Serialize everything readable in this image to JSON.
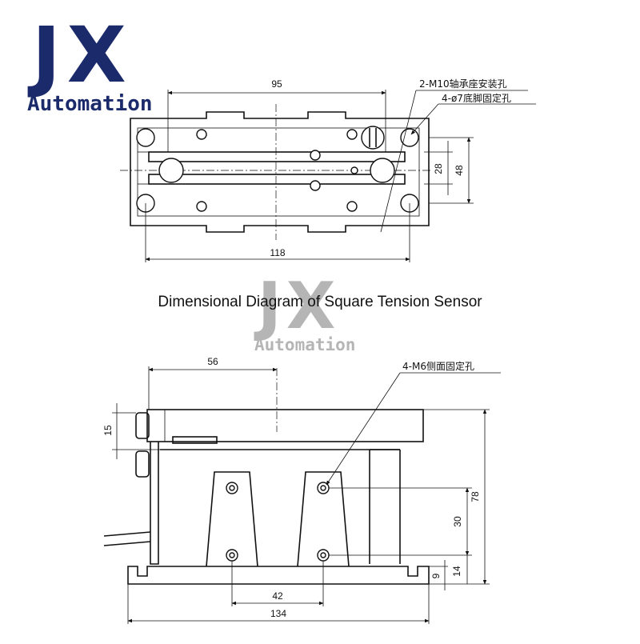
{
  "logo": {
    "mark": "JX",
    "subtitle": "Automation",
    "color": "#1a2a6b",
    "watermark_color": "#a9a9a9"
  },
  "caption": "Dimensional Diagram of Square Tension Sensor",
  "top_view": {
    "dims": {
      "width_95": "95",
      "width_118": "118",
      "height_28": "28",
      "height_48": "48"
    },
    "notes": {
      "bearing_holes": "2-M10轴承座安装孔",
      "base_holes": "4-ø7底脚固定孔"
    }
  },
  "side_view": {
    "dims": {
      "offset_56": "56",
      "height_15": "15",
      "height_78": "78",
      "height_30": "30",
      "height_14": "14",
      "height_9": "9",
      "width_42": "42",
      "width_134": "134"
    },
    "notes": {
      "side_holes": "4-M6侧面固定孔"
    }
  }
}
